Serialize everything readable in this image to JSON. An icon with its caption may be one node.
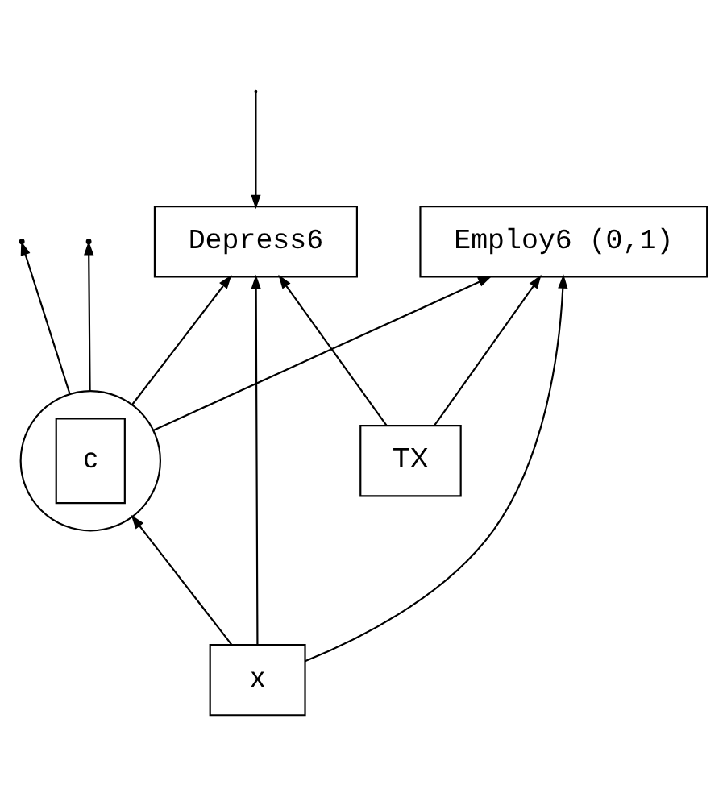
{
  "diagram": {
    "nodes": [
      {
        "text": [
          "Depress6"
        ]
      },
      {
        "text": [
          "Employ6 (0,1)"
        ]
      },
      {
        "text": [
          "c"
        ]
      },
      {
        "text": [
          "x"
        ]
      },
      {
        "text": [
          "TX"
        ]
      }
    ],
    "edges": [
      {
        "from": null,
        "to": 0,
        "arrow": "to"
      },
      {
        "from": 2,
        "to": 0,
        "arrow": "to"
      },
      {
        "from": 2,
        "to": 1,
        "arrow": "to"
      },
      {
        "from": 2,
        "to": null,
        "arrow": "to"
      },
      {
        "from": 2,
        "to": null,
        "arrow": "to"
      },
      {
        "from": 3,
        "to": 2,
        "arrow": "to"
      },
      {
        "from": 3,
        "to": 0,
        "arrow": "to"
      },
      {
        "from": 3,
        "to": 1,
        "arrow": "to"
      },
      {
        "from": 4,
        "to": 0,
        "arrow": "to"
      },
      {
        "from": 4,
        "to": 1,
        "arrow": "to"
      }
    ]
  }
}
